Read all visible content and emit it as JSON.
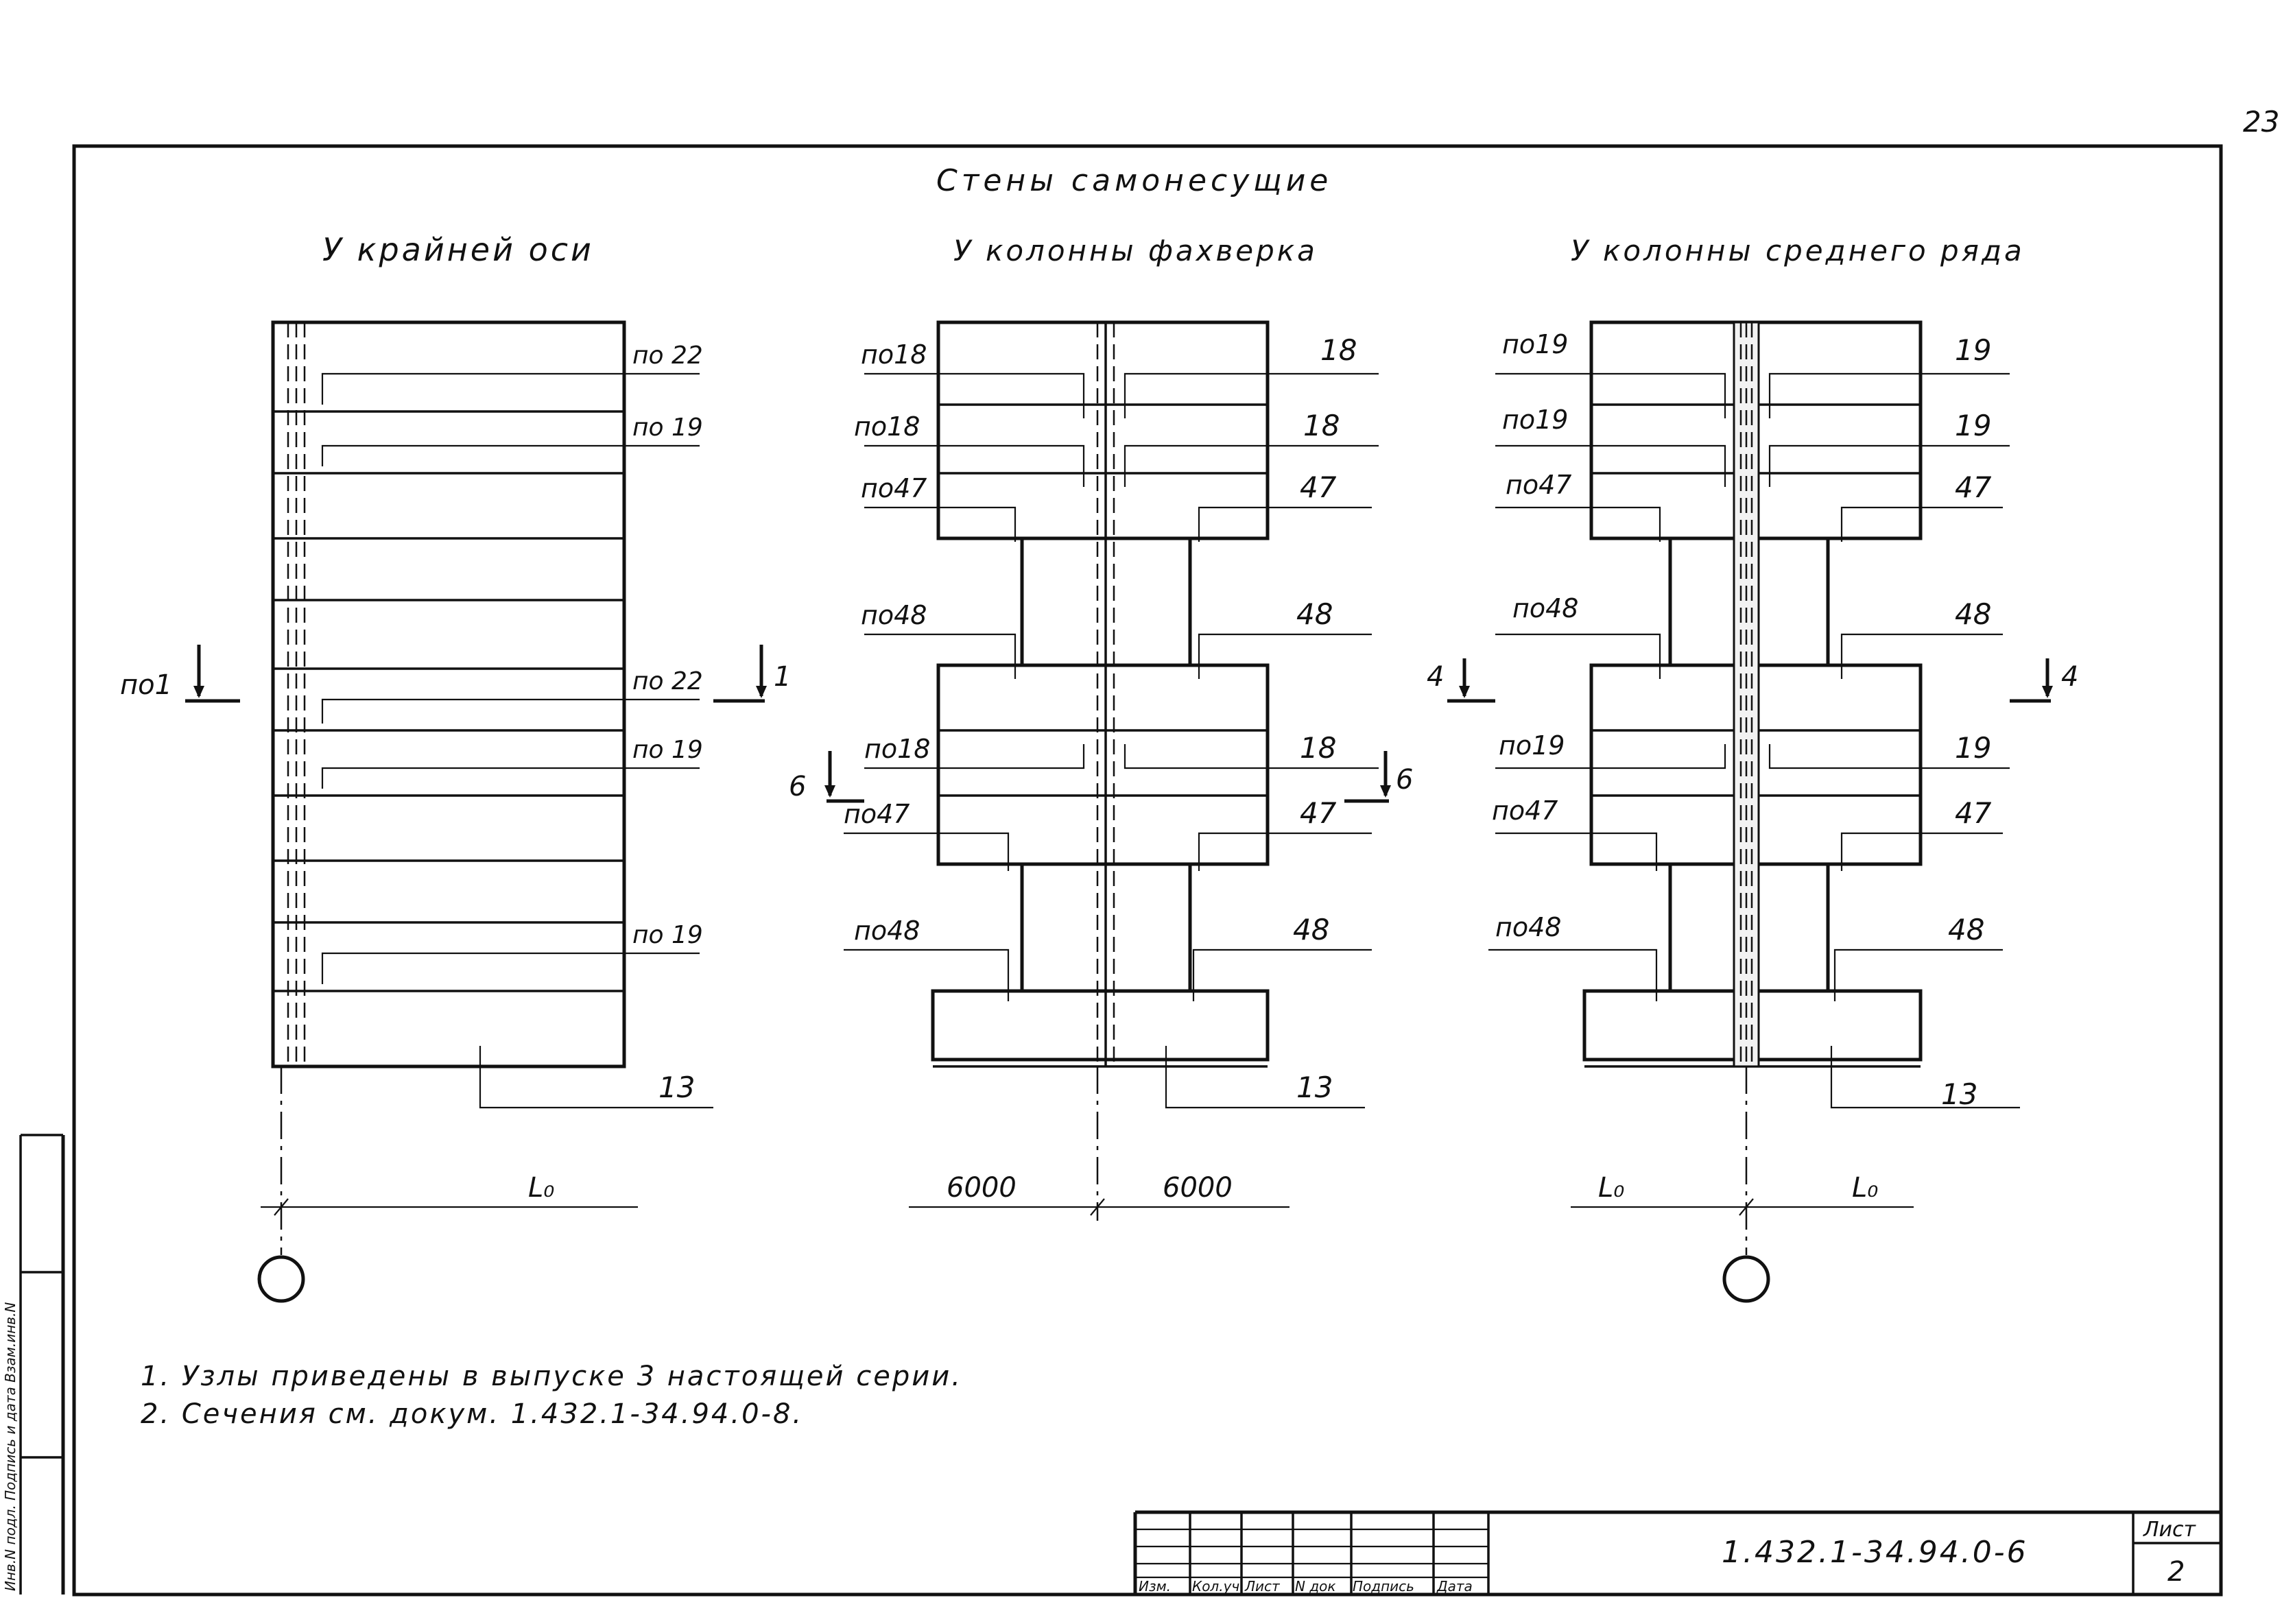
{
  "page_number": "23",
  "title": "Стены самонесущие",
  "sections": {
    "left": {
      "heading": "У крайней оси",
      "labels_right": [
        "по 22",
        "по 19",
        "по 22",
        "по 19",
        "по 19",
        "13"
      ],
      "label_left": "по1",
      "section_mark": "1",
      "dim": "L₀"
    },
    "middle": {
      "heading": "У колонны фахверка",
      "labels_left": [
        "по18",
        "по18",
        "по47",
        "по48",
        "по18",
        "по47",
        "по48"
      ],
      "labels_right": [
        "18",
        "18",
        "47",
        "48",
        "18",
        "47",
        "48",
        "13"
      ],
      "section_mark": "6",
      "dims": [
        "6000",
        "6000"
      ]
    },
    "right": {
      "heading": "У колонны среднего ряда",
      "labels_left": [
        "по19",
        "по19",
        "по47",
        "по48",
        "по19",
        "по47",
        "по48"
      ],
      "labels_right": [
        "19",
        "19",
        "47",
        "48",
        "19",
        "47",
        "48",
        "13"
      ],
      "section_mark": "4",
      "dims": [
        "L₀",
        "L₀"
      ]
    }
  },
  "notes": [
    "1. Узлы приведены в выпуске 3 настоящей серии.",
    "2. Сечения см. докум. 1.432.1-34.94.0-8."
  ],
  "title_block": {
    "designation": "1.432.1-34.94.0-6",
    "sheet_label": "Лист",
    "sheet_number": "2",
    "columns": [
      "Изм.",
      "Кол.уч.",
      "Лист",
      "N док",
      "Подпись",
      "Дата"
    ]
  },
  "side_stamp": "Инв.N подл.  Подпись и дата  Взам.инв.N"
}
